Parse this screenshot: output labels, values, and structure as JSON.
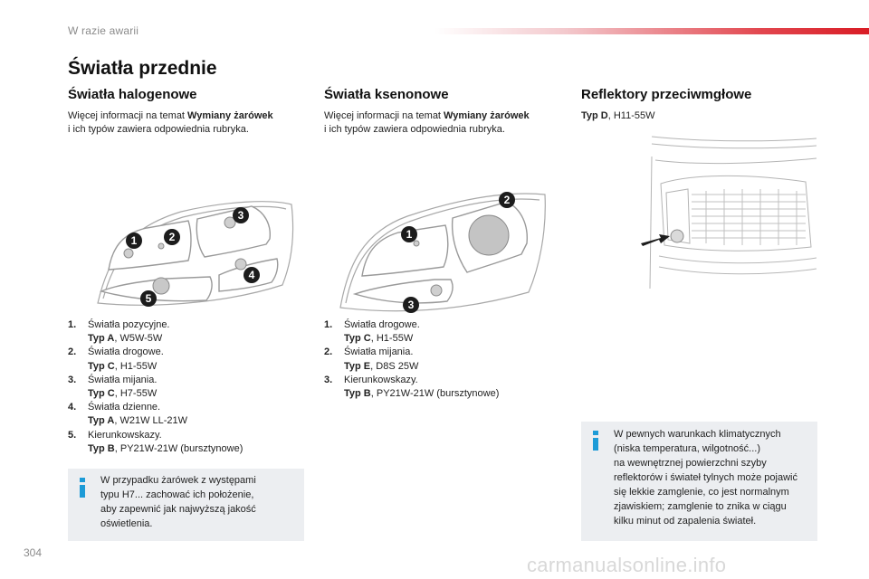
{
  "header": {
    "section": "W razie awarii"
  },
  "page": {
    "title": "Światła przednie",
    "number": "304"
  },
  "halogen": {
    "title": "Światła halogenowe",
    "intro_prefix": "Więcej informacji na temat ",
    "intro_bold": "Wymiany żarówek",
    "intro_suffix": "i ich typów zawiera odpowiednia rubryka.",
    "items": [
      {
        "num": "1.",
        "label": "Światła pozycyjne.",
        "type_prefix": "Typ A",
        "type_value": ", W5W-5W"
      },
      {
        "num": "2.",
        "label": "Światła drogowe.",
        "type_prefix": "Typ C",
        "type_value": ", H1-55W"
      },
      {
        "num": "3.",
        "label": "Światła mijania.",
        "type_prefix": "Typ C",
        "type_value": ", H7-55W"
      },
      {
        "num": "4.",
        "label": "Światła dzienne.",
        "type_prefix": "Typ A",
        "type_value": ", W21W LL-21W"
      },
      {
        "num": "5.",
        "label": "Kierunkowskazy.",
        "type_prefix": "Typ B",
        "type_value": ", PY21W-21W (bursztynowe)"
      }
    ],
    "callouts": [
      "1",
      "2",
      "3",
      "4",
      "5"
    ],
    "info": [
      "W przypadku żarówek z występami",
      "typu H7... zachować ich położenie,",
      "aby zapewnić jak najwyższą jakość",
      "oświetlenia."
    ]
  },
  "xenon": {
    "title": "Światła ksenonowe",
    "intro_prefix": "Więcej informacji na temat ",
    "intro_bold": "Wymiany żarówek",
    "intro_suffix": "i ich typów zawiera odpowiednia rubryka.",
    "items": [
      {
        "num": "1.",
        "label": "Światła drogowe.",
        "type_prefix": "Typ C",
        "type_value": ", H1-55W"
      },
      {
        "num": "2.",
        "label": "Światła mijania.",
        "type_prefix": "Typ E",
        "type_value": ", D8S 25W"
      },
      {
        "num": "3.",
        "label": "Kierunkowskazy.",
        "type_prefix": "Typ B",
        "type_value": ", PY21W-21W (bursztynowe)"
      }
    ],
    "callouts": [
      "1",
      "2",
      "3"
    ]
  },
  "fog": {
    "title": "Reflektory przeciwmgłowe",
    "type_prefix": "Typ D",
    "type_value": ", H11-55W",
    "info": [
      "W pewnych warunkach klimatycznych",
      "(niska temperatura, wilgotność...)",
      "na wewnętrznej powierzchni szyby",
      "reflektorów i świateł tylnych może pojawić",
      "się lekkie zamglenie, co jest normalnym",
      "zjawiskiem; zamglenie to znika w ciągu",
      "kilku minut od zapalenia świateł."
    ]
  },
  "watermark": {
    "text": "carmanualsonline.info"
  },
  "colors": {
    "accent": "#d91c25",
    "info_icon": "#1d9bd7",
    "info_bg": "#eceef1",
    "drawing": "#8c8c8c"
  }
}
